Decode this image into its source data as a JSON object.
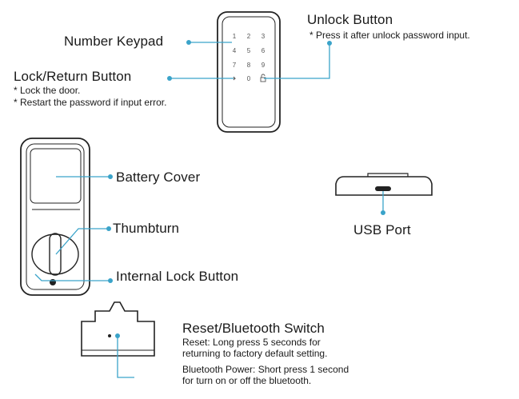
{
  "labels": {
    "number_keypad": "Number Keypad",
    "unlock_button": {
      "title": "Unlock Button",
      "notes": [
        "* Press it after unlock password input."
      ]
    },
    "lock_return_button": {
      "title": "Lock/Return Button",
      "notes": [
        "* Lock the door.",
        "* Restart the password if input error."
      ]
    },
    "battery_cover": "Battery Cover",
    "thumbturn": "Thumbturn",
    "internal_lock_button": "Internal Lock Button",
    "usb_port": "USB Port",
    "reset_bluetooth_switch": {
      "title": "Reset/Bluetooth Switch",
      "reset_notes": [
        "Reset: Long press 5 seconds for",
        "returning to factory default setting."
      ],
      "bluetooth_notes": [
        "Bluetooth Power: Short press 1 second",
        "for turn on or off the bluetooth."
      ]
    }
  },
  "keypad": {
    "rows": [
      [
        "1",
        "2",
        "3"
      ],
      [
        "4",
        "5",
        "6"
      ],
      [
        "7",
        "8",
        "9"
      ],
      [
        "",
        "0",
        ""
      ]
    ]
  },
  "colors": {
    "callout": "#3aa3c9",
    "outline": "#222222"
  }
}
